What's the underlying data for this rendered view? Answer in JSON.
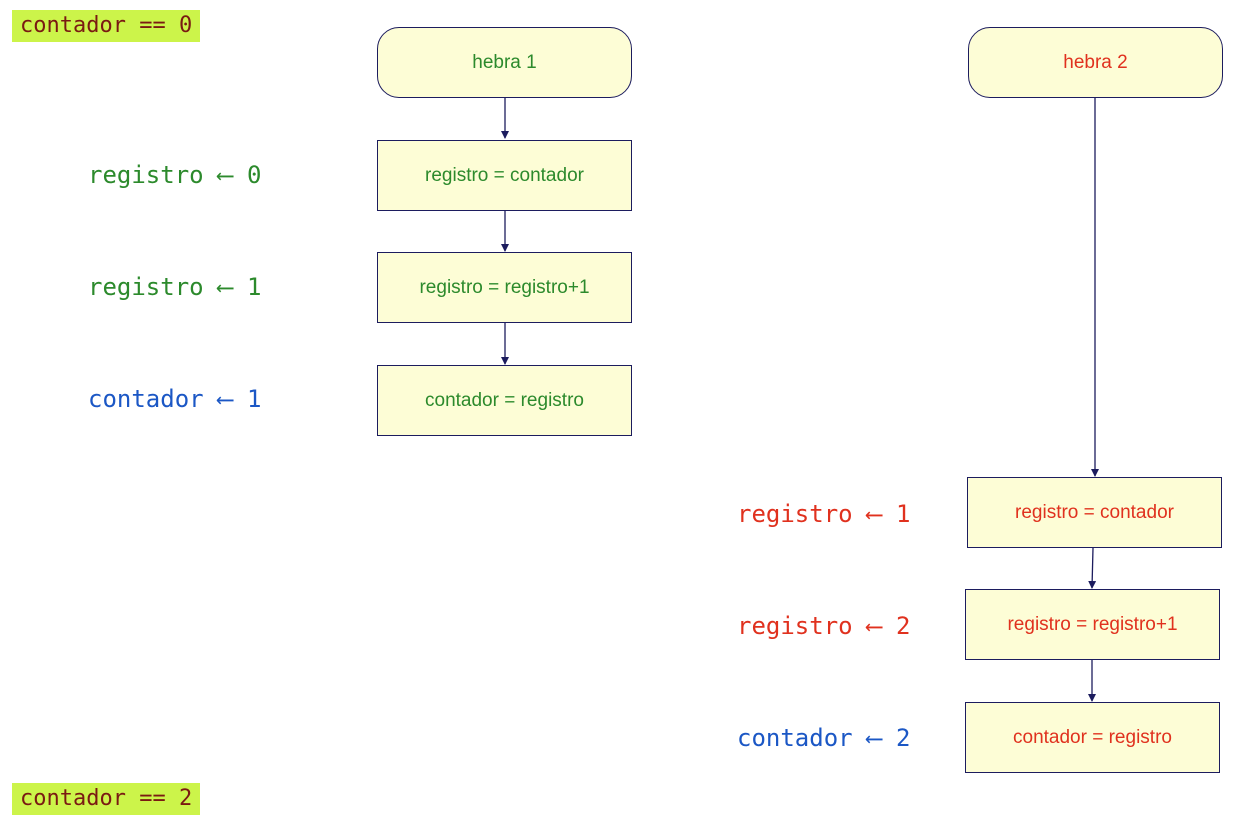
{
  "state": {
    "initial": "contador == 0",
    "final": "contador == 2"
  },
  "thread1": {
    "title": "hebra 1",
    "steps": [
      "registro = contador",
      "registro = registro+1",
      "contador  = registro"
    ],
    "notes": [
      "registro ⟵ 0",
      "registro ⟵ 1",
      "contador ⟵ 1"
    ]
  },
  "thread2": {
    "title": "hebra 2",
    "steps": [
      "registro = contador",
      "registro = registro+1",
      "contador  = registro"
    ],
    "notes": [
      "registro ⟵ 1",
      "registro ⟵ 2",
      "contador ⟵ 2"
    ]
  },
  "colors": {
    "thread1": "#2c8a2c",
    "thread2": "#e0311e",
    "shared_var": "#1b57c5",
    "highlight": "#ccf44a",
    "box_fill": "#fdfdd6",
    "arrow": "#1c1c5e"
  }
}
